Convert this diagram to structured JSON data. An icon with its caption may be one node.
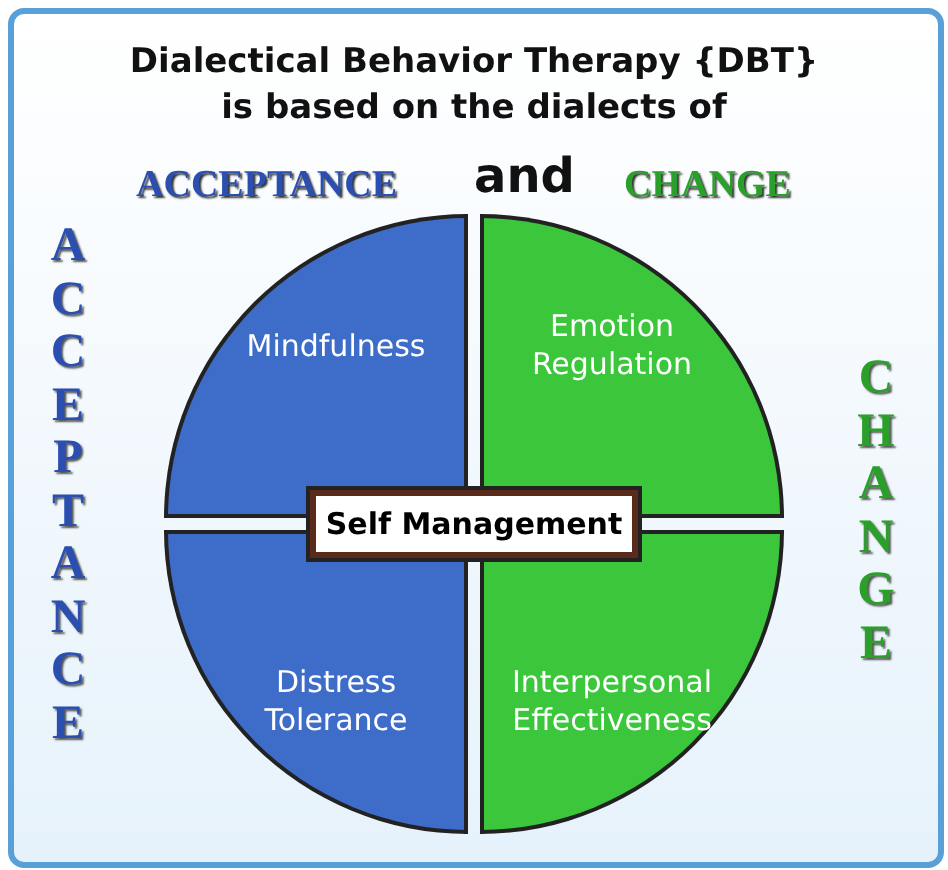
{
  "diagram": {
    "title": "Dialectical Behavior Therapy {DBT} is based on the dialects of",
    "nodes": [
      {
        "text": [
          "Mindfulness"
        ]
      },
      {
        "text": [
          "Emotion Regulation"
        ]
      },
      {
        "text": [
          "Distress Tolerance"
        ]
      },
      {
        "text": [
          "Interpersonal Effectiveness"
        ]
      },
      {
        "text": [
          "Self Management"
        ]
      }
    ],
    "labels": [
      "ACCEPTANCE",
      "and",
      "CHANGE",
      "ACCEPTANCE",
      "CHANGE"
    ]
  }
}
